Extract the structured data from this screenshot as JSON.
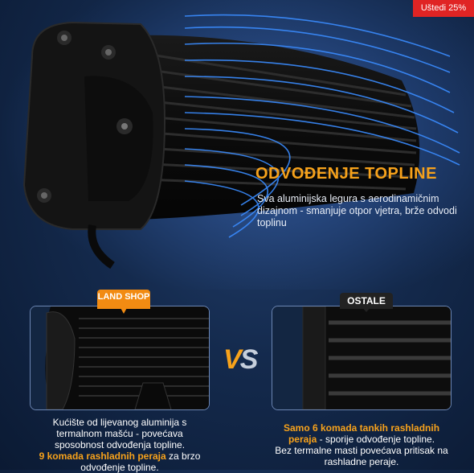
{
  "badge": {
    "label": "Uštedi 25%"
  },
  "hero": {
    "title": "ODVOĐENJE TOPLINE",
    "subtitle": "Sva aluminijska legura s aerodinamičnim dizajnom - smanjuje otpor vjetra, brže odvodi toplinu"
  },
  "compare": {
    "left_tag": "LAND SHOP",
    "right_tag": "OSTALE",
    "vs": {
      "v": "V",
      "s": "S"
    },
    "left_caption": {
      "line1": "Kućište od lijevanog aluminija s termalnom mašću  - povećava sposobnost odvođenja topline.",
      "highlight": "9 komada rashladnih peraja",
      "line2": " za brzo odvođenje topline."
    },
    "right_caption": {
      "highlight": "Samo 6 komada tankih rashladnih peraja",
      "line1": " - sporije odvođenje topline.",
      "line2": "Bez termalne masti povećava pritisak na rashladne peraje."
    }
  },
  "colors": {
    "accent": "#f7a21b",
    "badge": "#e02424",
    "background": "#142a4d",
    "flow_lines": "#3a8cff"
  },
  "icons": [
    "heat-flow-lines",
    "light-bar-product"
  ]
}
